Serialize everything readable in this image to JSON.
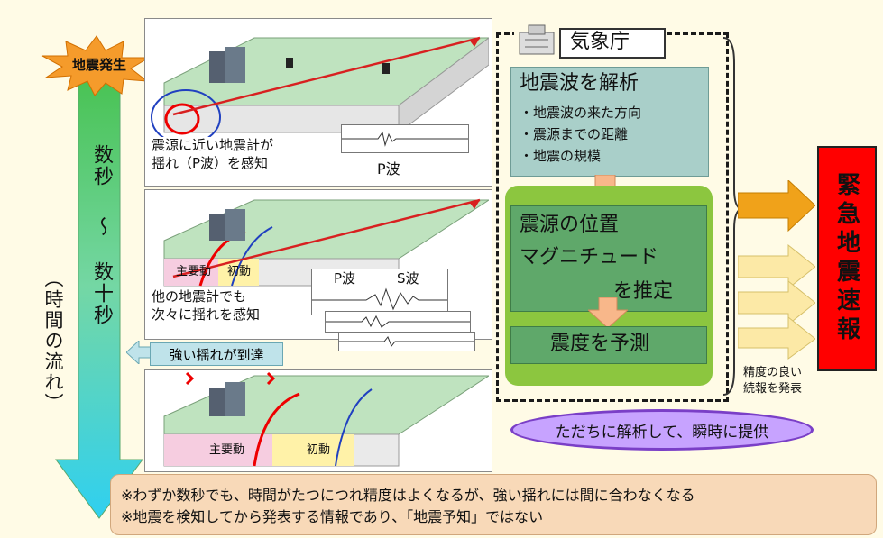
{
  "title": {
    "jma": "気象庁",
    "alert": "緊急地震速報"
  },
  "timeline": {
    "start": "地震発生",
    "top": "数秒",
    "mid": "～",
    "bottom": "数十秒",
    "flow": "（時間の流れ）"
  },
  "stage1": {
    "caption_line1": "震源に近い地震計が",
    "caption_line2": "揺れ（P波）を感知",
    "wave_label": "P波"
  },
  "stage2": {
    "caption_line1": "他の地震計でも",
    "caption_line2": "次々に揺れを感知",
    "zone_main": "主要動",
    "zone_initial": "初動",
    "wave_p": "P波",
    "wave_s": "S波"
  },
  "strong_arrival": "強い揺れが到達",
  "stage3": {
    "zone_main": "主要動",
    "zone_initial": "初動"
  },
  "analysis": {
    "heading": "地震波を解析",
    "items": [
      "・地震波の来た方向",
      "・震源までの距離",
      "・地震の規模"
    ]
  },
  "estimate": {
    "line1": "震源の位置",
    "line2": "マグニチュード",
    "line3": "を推定"
  },
  "predict": "震度を予測",
  "followup": {
    "line1": "精度の良い",
    "line2": "続報を発表"
  },
  "provide": "ただちに解析して、瞬時に提供",
  "notes": [
    "※わずか数秒でも、時間がたつにつれ精度はよくなるが、強い揺れには間に合わなくなる",
    "※地震を検知してから発表する情報であり、「地震予知」ではない"
  ],
  "colors": {
    "timeline_top": "#44c04a",
    "timeline_bottom": "#2fd0f0",
    "alert_red": "#ff0000",
    "arrow_orange": "#f0a21a",
    "arrow_pale": "#fce9a6"
  }
}
